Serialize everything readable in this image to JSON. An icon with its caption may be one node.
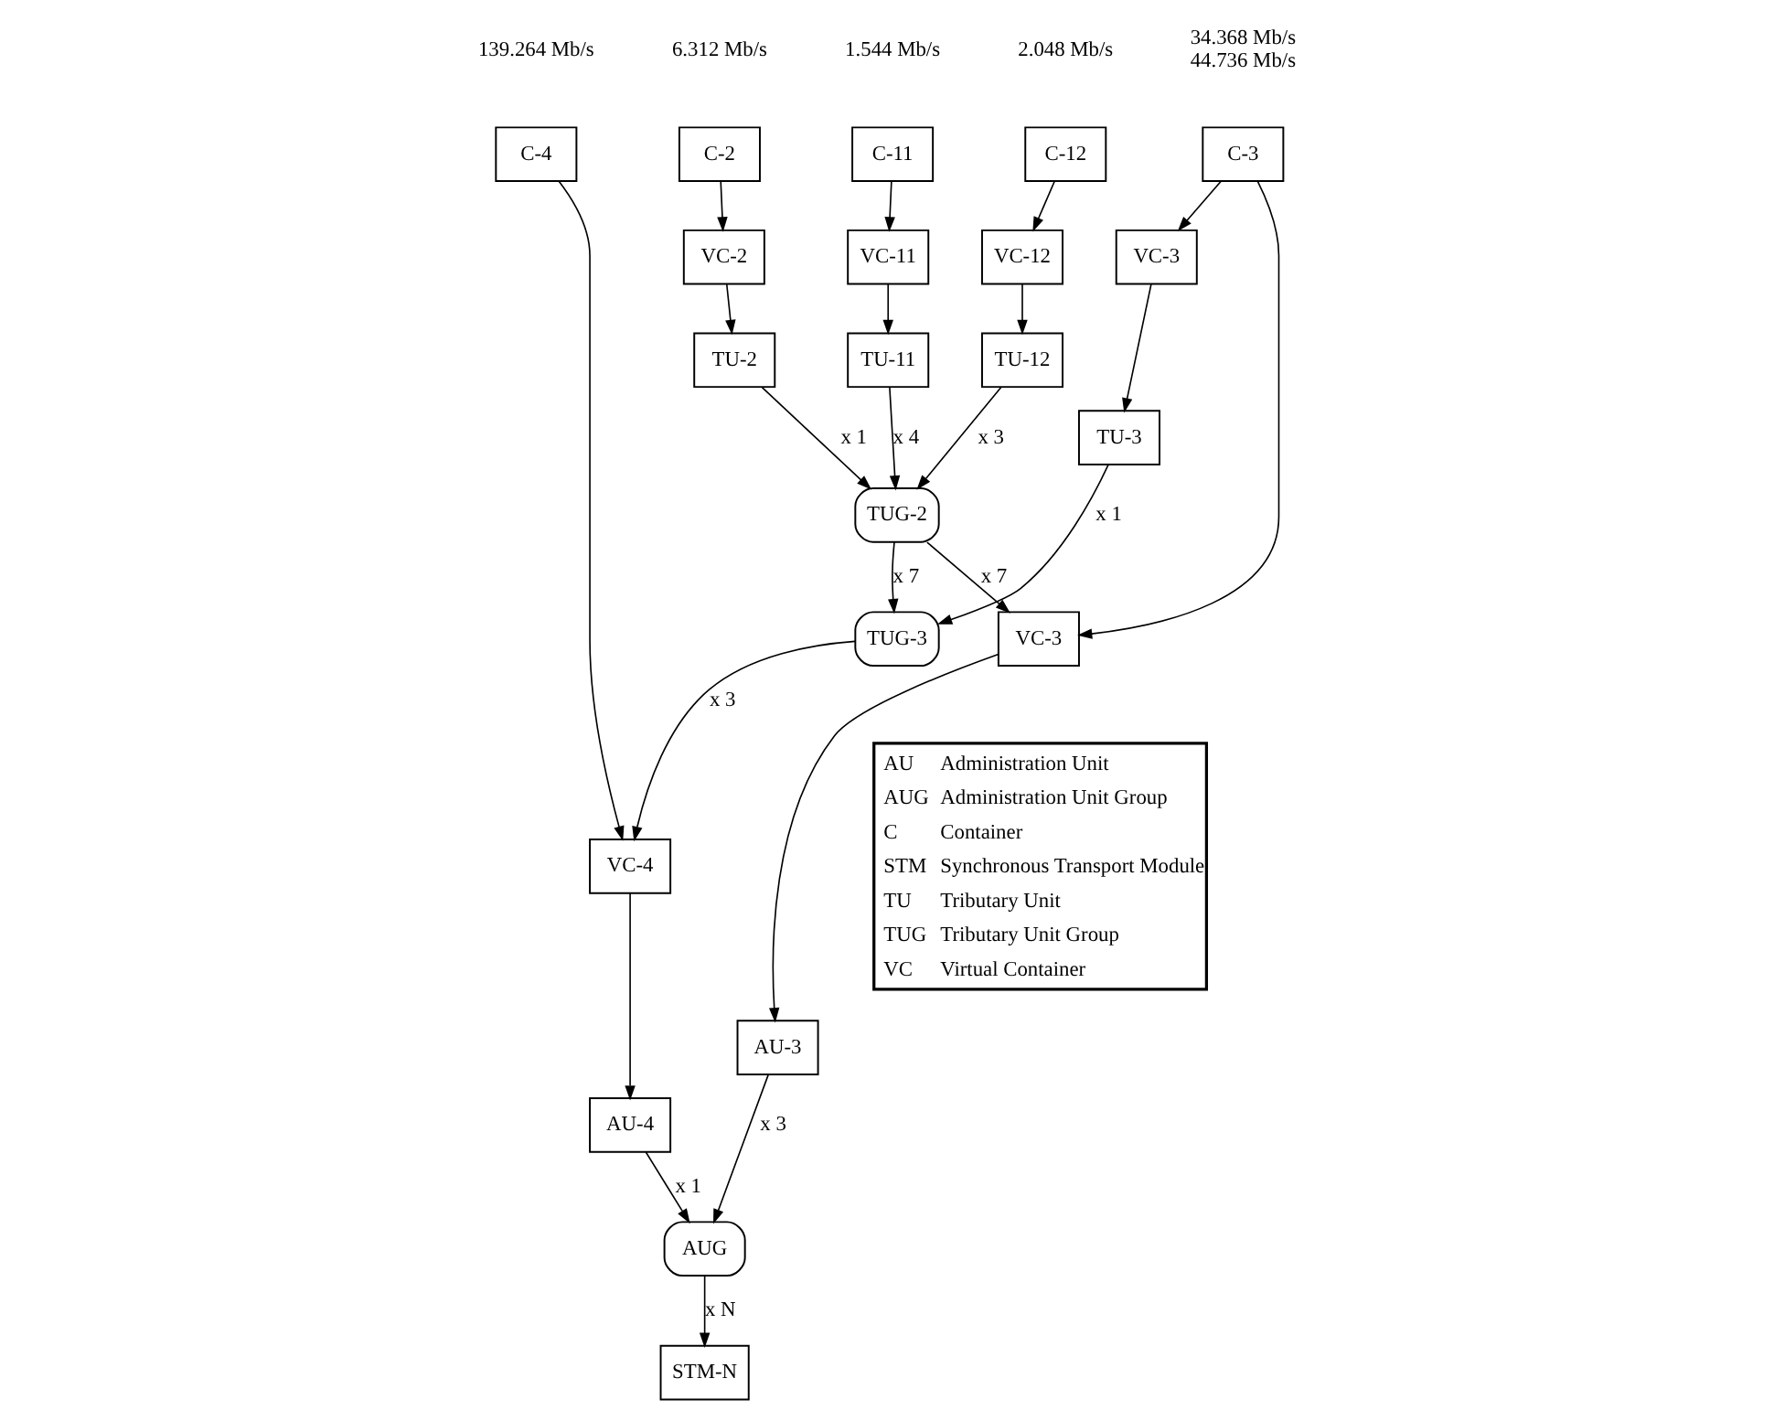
{
  "diagram": {
    "nodes": [
      {
        "text": [
          "C-11"
        ],
        "beside": [
          "1.544 Mb/s"
        ]
      },
      {
        "text": [
          "C-12"
        ],
        "beside": [
          "2.048 Mb/s"
        ]
      },
      {
        "text": [
          "C-2"
        ],
        "beside": [
          "6.312 Mb/s"
        ]
      },
      {
        "text": [
          "C-3"
        ],
        "beside": [
          "34.368 Mb/s",
          "44.736 Mb/s"
        ]
      },
      {
        "text": [
          "C-4"
        ],
        "beside": [
          "139.264 Mb/s"
        ]
      },
      {
        "text": [
          "VC-11"
        ]
      },
      {
        "text": [
          "VC-12"
        ]
      },
      {
        "text": [
          "VC-2"
        ]
      },
      {
        "text": [
          "VC-3"
        ]
      },
      {
        "text": [
          "TU-11"
        ]
      },
      {
        "text": [
          "TU-12"
        ]
      },
      {
        "text": [
          "TU-2"
        ]
      },
      {
        "text": [
          "TU-3"
        ]
      },
      {
        "text": [
          "TUG-2"
        ]
      },
      {
        "text": [
          "TUG-3"
        ]
      },
      {
        "text": [
          "VC-3"
        ]
      },
      {
        "text": [
          "VC-4"
        ]
      },
      {
        "text": [
          "AU-3"
        ]
      },
      {
        "text": [
          "AU-4"
        ]
      },
      {
        "text": [
          "AUG"
        ]
      },
      {
        "text": [
          "STM-N"
        ]
      }
    ],
    "edges": [
      {
        "from": 0,
        "to": 5,
        "arrow": "to"
      },
      {
        "from": 1,
        "to": 6,
        "arrow": "to"
      },
      {
        "from": 2,
        "to": 7,
        "arrow": "to"
      },
      {
        "from": 5,
        "to": 9,
        "arrow": "to"
      },
      {
        "from": 6,
        "to": 10,
        "arrow": "to"
      },
      {
        "from": 7,
        "to": 11,
        "arrow": "to"
      },
      {
        "from": 9,
        "to": 13,
        "arrow": "to",
        "label": "x 4"
      },
      {
        "from": 10,
        "to": 13,
        "arrow": "to",
        "label": "x 3"
      },
      {
        "from": 11,
        "to": 13,
        "arrow": "to",
        "label": "x 1"
      },
      {
        "from": 3,
        "to": 8,
        "arrow": "to"
      },
      {
        "from": 8,
        "to": 12,
        "arrow": "to"
      },
      {
        "from": 12,
        "to": 14,
        "arrow": "to",
        "label": "x 1"
      },
      {
        "from": 3,
        "to": 15,
        "arrow": "to"
      },
      {
        "from": 4,
        "to": 16,
        "arrow": "to"
      },
      {
        "from": 13,
        "to": 14,
        "arrow": "to",
        "label": "x 7"
      },
      {
        "from": 13,
        "to": 15,
        "arrow": "to",
        "label": "x 7"
      },
      {
        "from": 14,
        "to": 16,
        "arrow": "to",
        "label": "x 3"
      },
      {
        "from": 15,
        "to": 17,
        "arrow": "to"
      },
      {
        "from": 16,
        "to": 18,
        "arrow": "to"
      },
      {
        "from": 17,
        "to": 19,
        "arrow": "to",
        "label": "x 3"
      },
      {
        "from": 18,
        "to": 19,
        "arrow": "to",
        "label": "x 1"
      },
      {
        "from": 19,
        "to": 20,
        "arrow": "to",
        "label": "x N"
      }
    ],
    "labels": [
      "AU",
      "Administration Unit",
      "AUG",
      "Administration Unit Group",
      "C",
      "Container",
      "STM",
      "Synchronous Transport Module",
      "TU",
      "Tributary Unit",
      "TUG",
      "Tributary Unit Group",
      "VC",
      "Virtual Container"
    ]
  }
}
